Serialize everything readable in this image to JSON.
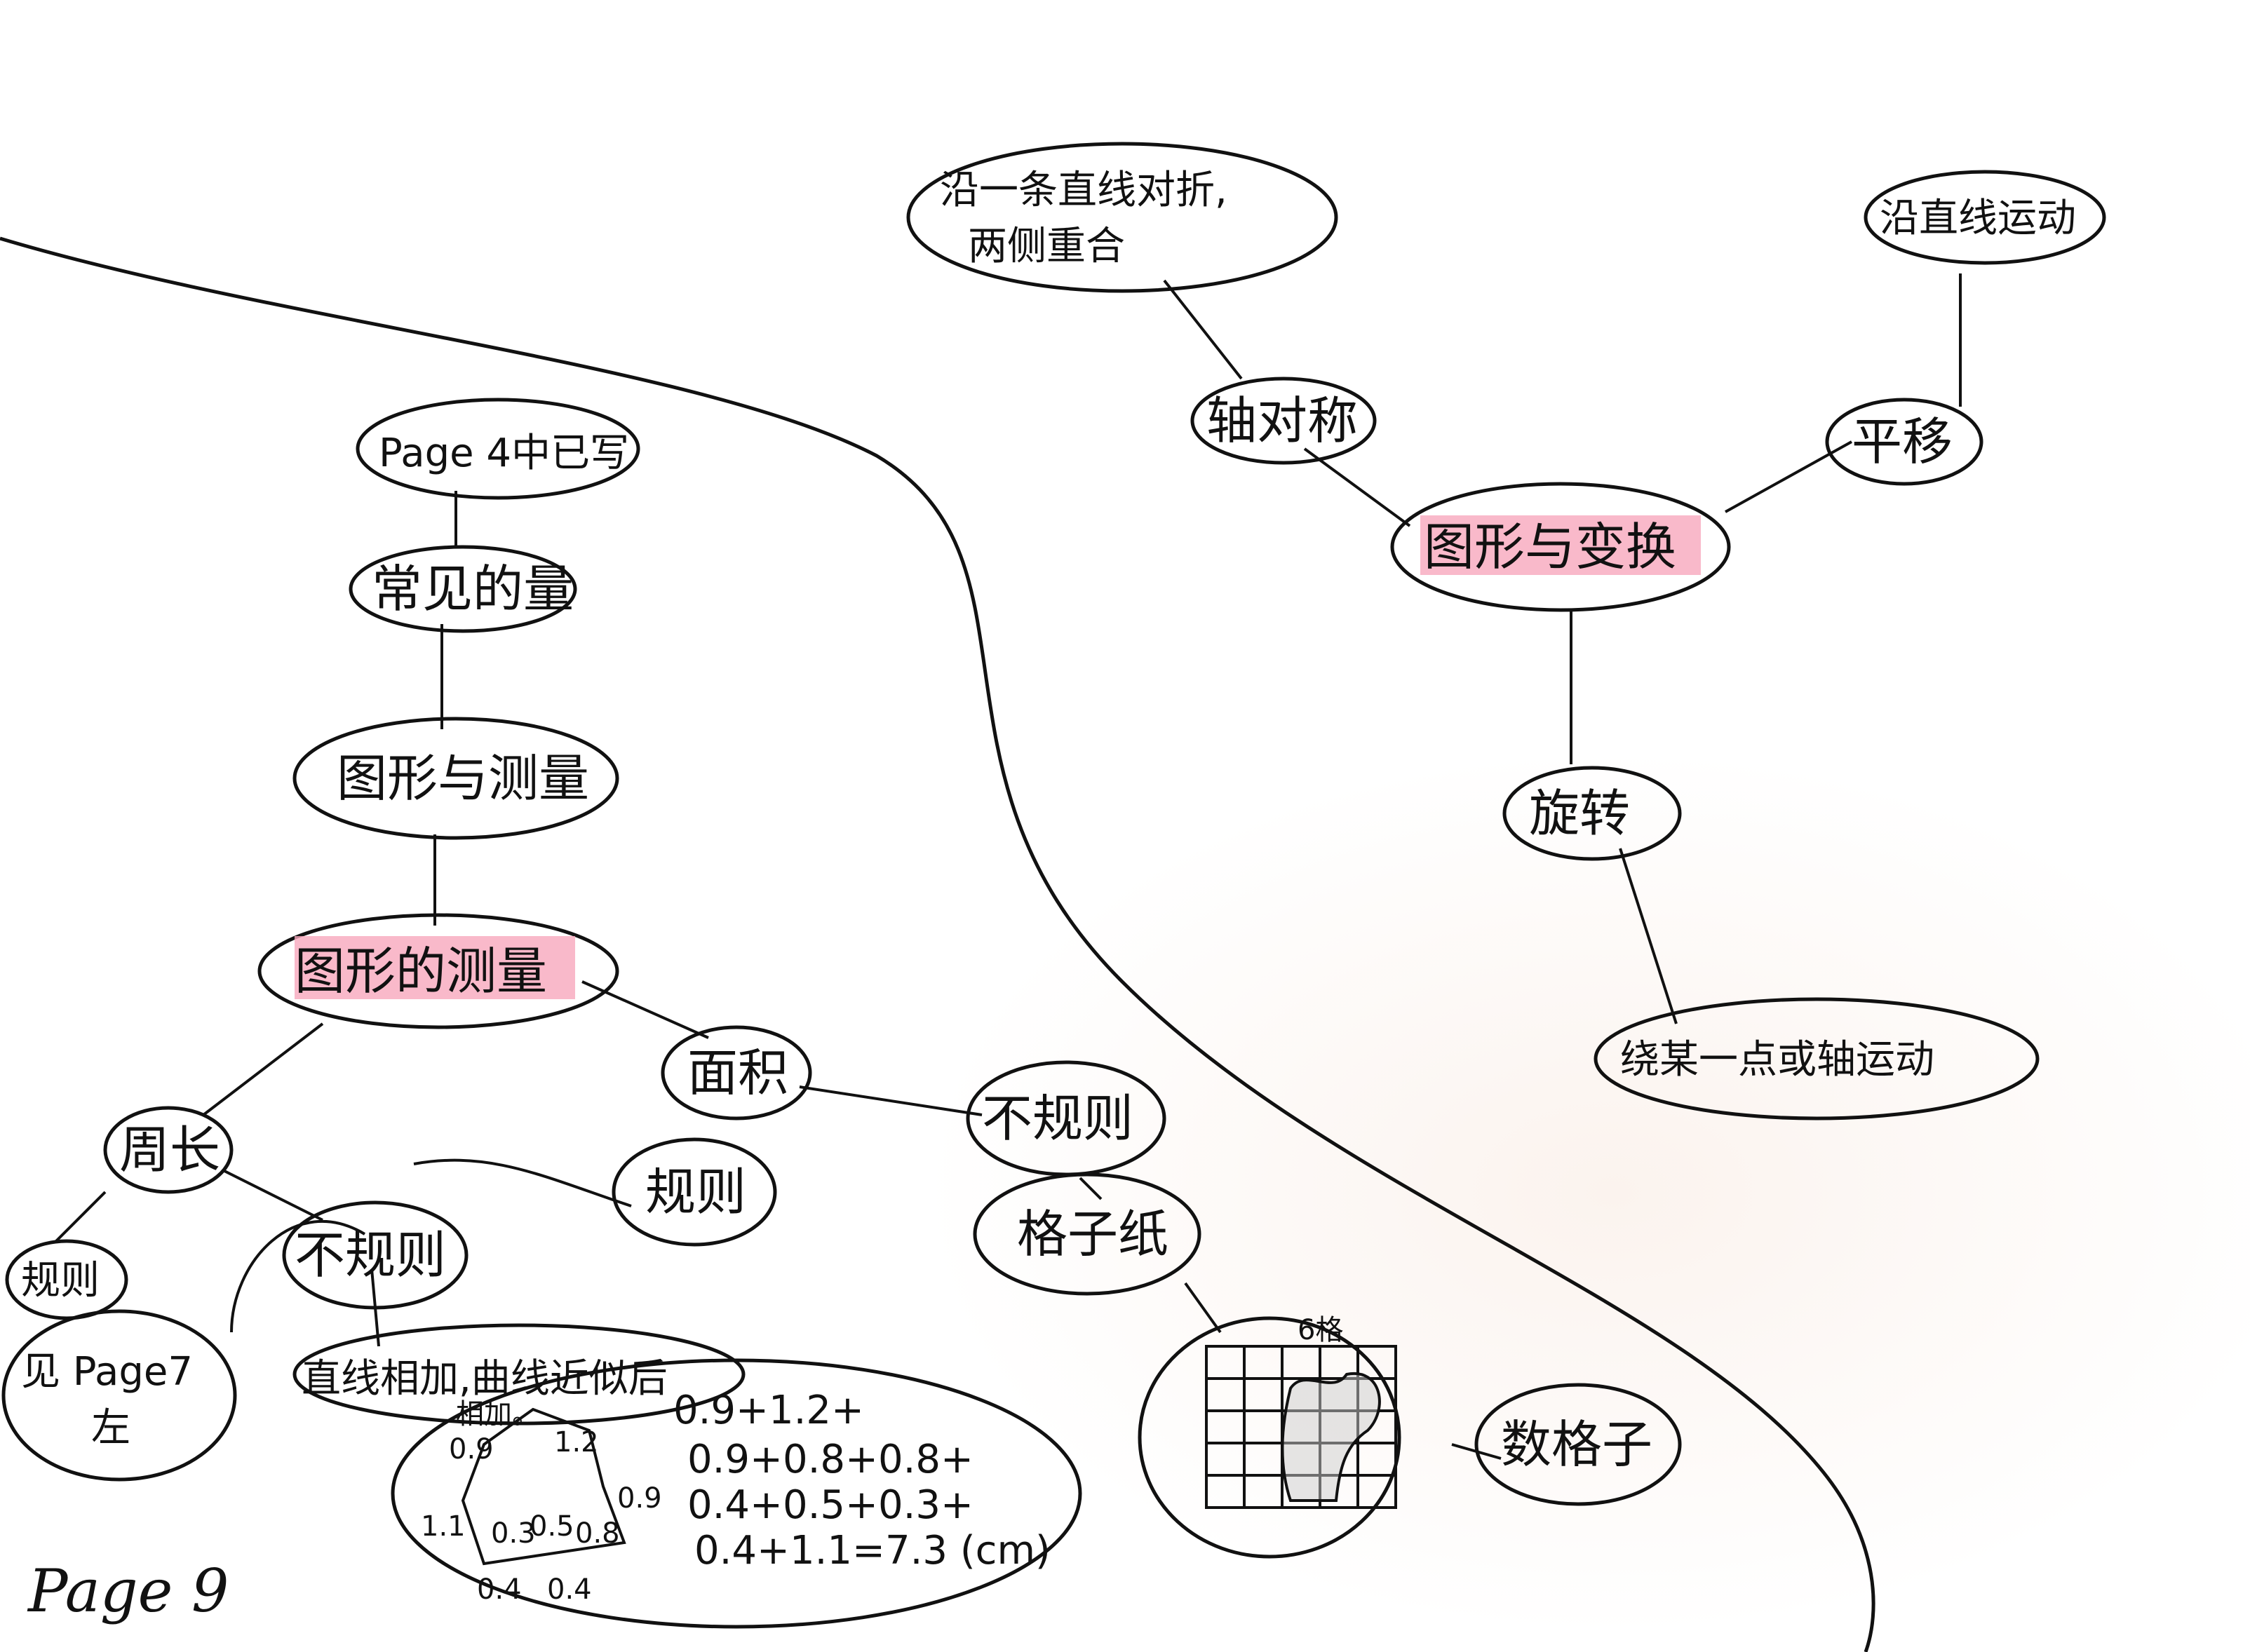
{
  "page_number": "Page 9",
  "left_branch": {
    "note_top": "Page 4中已写",
    "common_quantity": "常见的量",
    "shape_measure": "图形与测量",
    "measure_of_shapes": "图形的测量",
    "perimeter": "周长",
    "area": "面积",
    "regular_left": "规则",
    "irregular_left": "不规则",
    "regular_right": "规则",
    "irregular_right": "不规则",
    "see_page": "见 Page7\n左",
    "approx_method": "直线相加,曲线近似后",
    "approx_method_2": "相加。",
    "grid_paper": "格子纸",
    "count_grid": "数格子",
    "grid_count_label": "6格"
  },
  "calc_lines": [
    "0.9+1.2+",
    "0.9+0.8+0.8+",
    "0.4+0.5+0.3+",
    "0.4+1.1=7.3 (cm)"
  ],
  "shape_labels": [
    "0.9",
    "1.2",
    "0.9",
    "1.1",
    "0.3",
    "0.5",
    "0.8",
    "0.4",
    "0.4"
  ],
  "right_branch": {
    "transform": "图形与变换",
    "axis_symmetry": "轴对称",
    "axis_def": "沿一条直线对折,\n两侧重合",
    "translation": "平移",
    "translation_def": "沿直线运动",
    "rotation": "旋转",
    "rotation_def": "绕某一点或轴运动"
  },
  "colors": {
    "highlight": "#f7a8bd",
    "ink": "#111111"
  }
}
